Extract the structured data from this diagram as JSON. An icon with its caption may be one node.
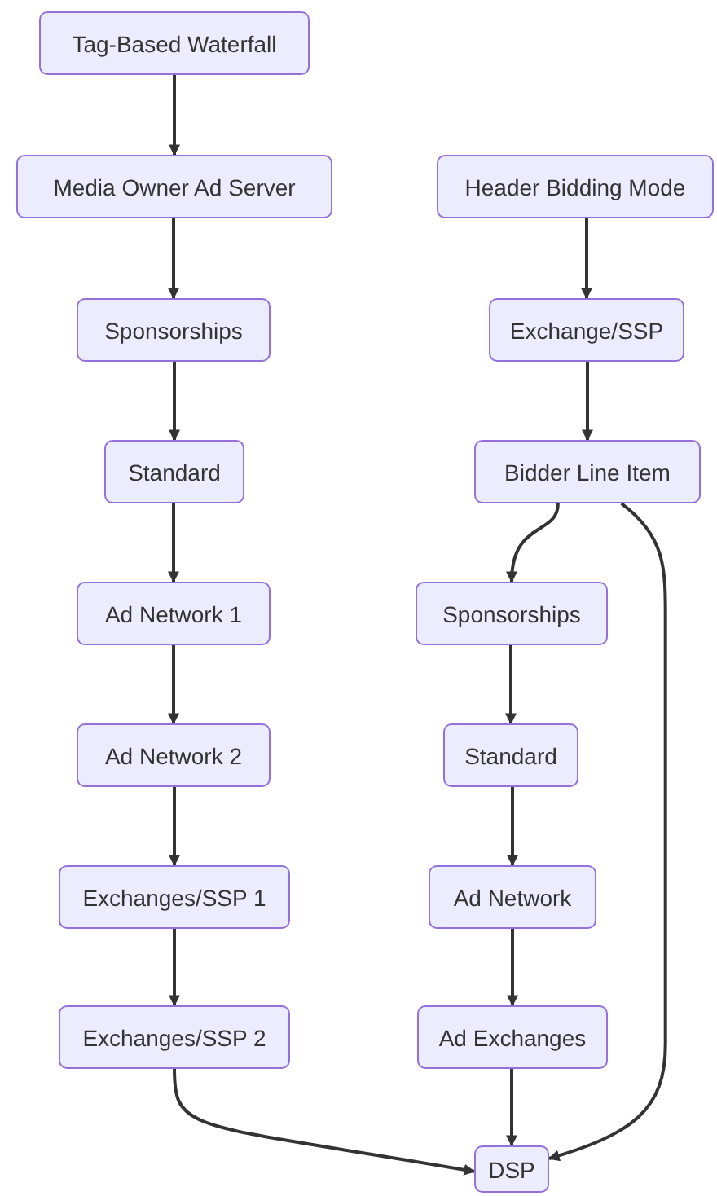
{
  "diagram": {
    "nodes": [
      {
        "text": [
          "Tag-Based Waterfall"
        ]
      },
      {
        "text": [
          "Media Owner Ad Server"
        ]
      },
      {
        "text": [
          "Sponsorships"
        ]
      },
      {
        "text": [
          "Standard"
        ]
      },
      {
        "text": [
          "Ad Network 1"
        ]
      },
      {
        "text": [
          "Ad Network 2"
        ]
      },
      {
        "text": [
          "Exchanges/SSP 1"
        ]
      },
      {
        "text": [
          "Exchanges/SSP 2"
        ]
      },
      {
        "text": [
          "Header Bidding Mode"
        ]
      },
      {
        "text": [
          "Exchange/SSP"
        ]
      },
      {
        "text": [
          "Bidder Line Item"
        ]
      },
      {
        "text": [
          "Sponsorships"
        ]
      },
      {
        "text": [
          "Standard"
        ]
      },
      {
        "text": [
          "Ad Network"
        ]
      },
      {
        "text": [
          "Ad Exchanges"
        ]
      },
      {
        "text": [
          "DSP"
        ]
      }
    ],
    "edges": [
      {
        "from": 0,
        "to": 1,
        "arrow": "to"
      },
      {
        "from": 1,
        "to": 2,
        "arrow": "to"
      },
      {
        "from": 2,
        "to": 3,
        "arrow": "to"
      },
      {
        "from": 3,
        "to": 4,
        "arrow": "to"
      },
      {
        "from": 4,
        "to": 5,
        "arrow": "to"
      },
      {
        "from": 5,
        "to": 6,
        "arrow": "to"
      },
      {
        "from": 6,
        "to": 7,
        "arrow": "to"
      },
      {
        "from": 7,
        "to": 15,
        "arrow": "to"
      },
      {
        "from": 8,
        "to": 9,
        "arrow": "to"
      },
      {
        "from": 9,
        "to": 10,
        "arrow": "to"
      },
      {
        "from": 10,
        "to": 11,
        "arrow": "to"
      },
      {
        "from": 10,
        "to": 15,
        "arrow": "to"
      },
      {
        "from": 11,
        "to": 12,
        "arrow": "to"
      },
      {
        "from": 12,
        "to": 13,
        "arrow": "to"
      },
      {
        "from": 13,
        "to": 14,
        "arrow": "to"
      },
      {
        "from": 14,
        "to": 15,
        "arrow": "to"
      }
    ]
  }
}
